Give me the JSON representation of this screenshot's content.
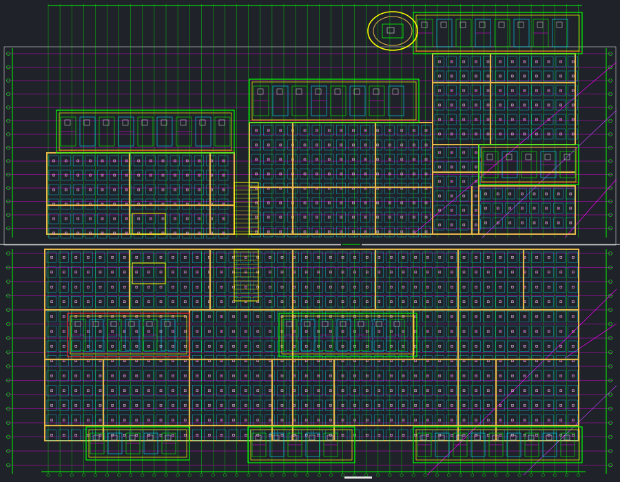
{
  "drawing": {
    "background_color": "#1f2229",
    "divider_color": "#d9d9d9",
    "colors": {
      "axis": "#00ff00",
      "grid_magenta": "#ff00ff",
      "beam_yellow": "#e6b84a",
      "column_white": "#e8e8e8",
      "cyan": "#00e5ff",
      "red": "#ff2a2a",
      "yellow_bright": "#ffff00",
      "purple": "#c040ff",
      "orange": "#ff9a2e"
    },
    "upper_plan": {
      "title_text": "",
      "axis_numbers_visible": false
    },
    "lower_plan": {
      "title_text": "",
      "axis_numbers_visible": false
    },
    "bays_upper": 18,
    "bays_lower": 18,
    "dwelling_blocks_upper": 4,
    "dwelling_blocks_lower": 5
  }
}
